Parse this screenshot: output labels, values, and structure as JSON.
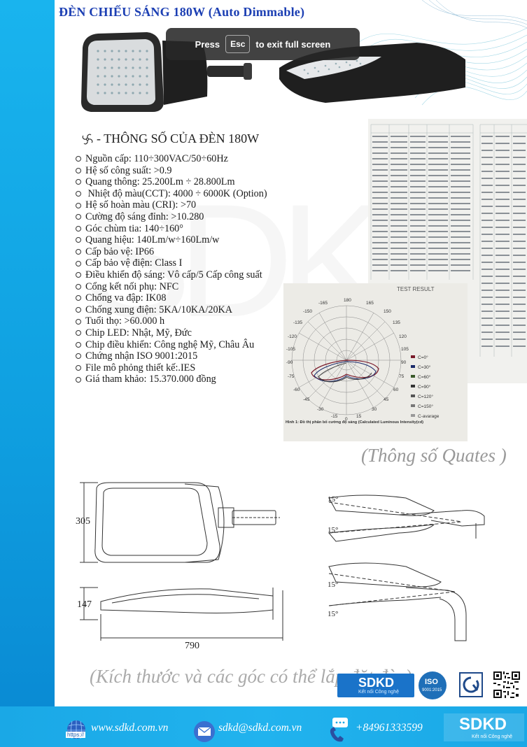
{
  "title": "ĐÈN CHIẾU SÁNG 180W (Auto Dimmable)",
  "overlay": {
    "press": "Press",
    "key": "Esc",
    "suffix": "to exit full screen"
  },
  "spec_heading": "- THÔNG SỐ CỦA ĐÈN 180W",
  "specs": [
    "Nguồn cấp: 110÷300VAC/50÷60Hz",
    "Hệ số công suất: >0.9",
    "Quang thông: 25.200Lm ÷ 28.800Lm",
    " Nhiệt độ màu(CCT): 4000 ÷ 6000K (Option)",
    "Hệ số hoàn màu (CRI): >70",
    "Cường độ sáng đỉnh: >10.280",
    "Góc chùm tia: 140÷160°",
    "Quang hiệu: 140Lm/w÷160Lm/w",
    "Cấp bảo vệ: IP66",
    "Cấp bảo vệ điện: Class I",
    "Điều khiển độ sáng: Vô cấp/5 Cấp công suất",
    "Cổng kết nối phụ: NFC",
    "Chống va đập: IK08",
    "Chống xung điện: 5KA/10KA/20KA",
    "Tuổi thọ: >60.000 h",
    "Chip LED: Nhật, Mỹ, Đức",
    "Chip điều khiển: Công nghệ Mỹ, Châu Âu",
    "Chứng nhận ISO 9001:2015",
    "File mô phỏng thiết kế:.IES",
    "Giá tham khảo: 15.370.000 đồng"
  ],
  "test_result": {
    "label": "TEST RESULT",
    "caption": "Hình 1: Đồ thị phân bố cường độ sáng (Calculated Luminous Intensity(cd)",
    "legend": [
      "C=0°",
      "C=30°",
      "C=60°",
      "C=90°",
      "C=120°",
      "C=150°",
      "C-avarage"
    ],
    "angles": [
      "-165",
      "180",
      "165",
      "-150",
      "150",
      "-135",
      "135",
      "-120",
      "120",
      "-105",
      "105",
      "-90",
      "90",
      "-75",
      "75",
      "-60",
      "60",
      "-45",
      "-30",
      "-15",
      "0",
      "15",
      "30",
      "45"
    ]
  },
  "quates": "(Thông số Quates )",
  "dimensions": {
    "height_top": "305",
    "height_side": "147",
    "length": "790",
    "angle1": "15°",
    "angle2": "15°",
    "angle3": "15°",
    "angle4": "15°"
  },
  "caption": "(Kích thước và các góc có thể lắp đặt đèn)",
  "logos": {
    "brand": "SDKD",
    "brand_sub": "Kết nối Công nghệ",
    "iso": "ISO",
    "iso_sub": "9001:2015"
  },
  "footer": {
    "https": "https://",
    "website": "www.sdkd.com.vn",
    "email": "sdkd@sdkd.com.vn",
    "phone": "+84961333599",
    "logo": "SDKD",
    "logo_sub": "Kết nối Công nghệ"
  },
  "colors": {
    "accent_blue": "#1c3fb3",
    "sidebar": "#19b4ee",
    "footer": "#1aa8e6"
  }
}
